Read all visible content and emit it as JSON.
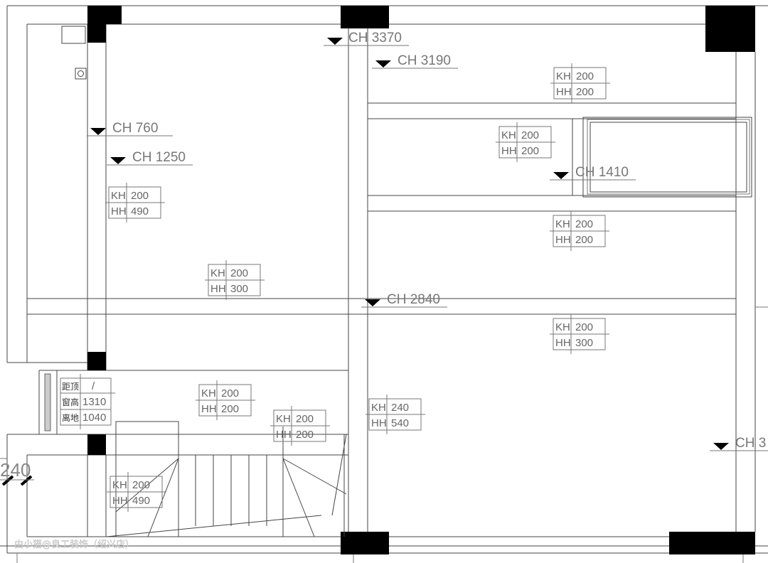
{
  "ceiling_marks": [
    {
      "label": "CH 3370"
    },
    {
      "label": "CH 3190"
    },
    {
      "label": "CH 760"
    },
    {
      "label": "CH 1250"
    },
    {
      "label": "CH 1410"
    },
    {
      "label": "CH 2840"
    },
    {
      "label": "CH 3"
    }
  ],
  "tags": [
    {
      "k": "KH",
      "kv": "200",
      "h": "HH",
      "hv": "200"
    },
    {
      "k": "KH",
      "kv": "200",
      "h": "HH",
      "hv": "200"
    },
    {
      "k": "KH",
      "kv": "200",
      "h": "HH",
      "hv": "490"
    },
    {
      "k": "KH",
      "kv": "200",
      "h": "HH",
      "hv": "200"
    },
    {
      "k": "KH",
      "kv": "200",
      "h": "HH",
      "hv": "300"
    },
    {
      "k": "KH",
      "kv": "200",
      "h": "HH",
      "hv": "300"
    },
    {
      "k": "KH",
      "kv": "200",
      "h": "HH",
      "hv": "200"
    },
    {
      "k": "KH",
      "kv": "200",
      "h": "HH",
      "hv": "200"
    },
    {
      "k": "KH",
      "kv": "240",
      "h": "HH",
      "hv": "540"
    },
    {
      "k": "KH",
      "kv": "200",
      "h": "HH",
      "hv": "490"
    }
  ],
  "window_table": {
    "rows": [
      [
        "距顶",
        "/"
      ],
      [
        "窗高",
        "1310"
      ],
      [
        "离地",
        "1040"
      ]
    ]
  },
  "dimension": "240",
  "watermark": "由小猫@良工装饰（绍兴店）"
}
